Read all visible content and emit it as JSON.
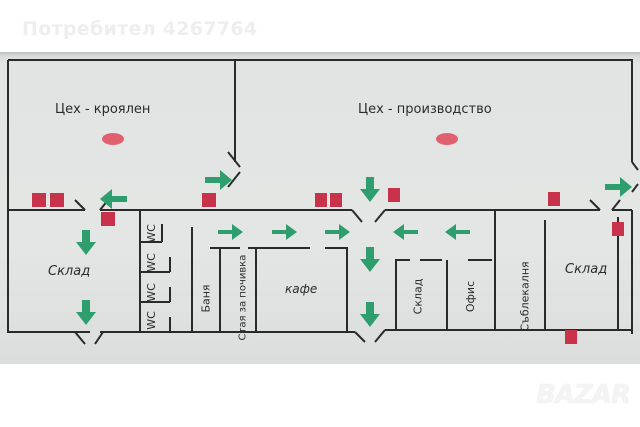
{
  "watermark": {
    "user": "Потребител 4267764",
    "brand": "BAZAR"
  },
  "floor_plan": {
    "rooms": [
      {
        "id": "workshop-cutting",
        "label": "Цех - кроялен"
      },
      {
        "id": "workshop-production",
        "label": "Цех - производство"
      },
      {
        "id": "storage-left",
        "label": "Склад"
      },
      {
        "id": "wc-1",
        "label": "WC"
      },
      {
        "id": "wc-2",
        "label": "WC"
      },
      {
        "id": "wc-3",
        "label": "WC"
      },
      {
        "id": "wc-4",
        "label": "WC"
      },
      {
        "id": "bathroom",
        "label": "Баня"
      },
      {
        "id": "rest-room",
        "label": "Стая за почивка"
      },
      {
        "id": "cafe",
        "label": "кафе"
      },
      {
        "id": "storage-middle",
        "label": "Склад"
      },
      {
        "id": "office",
        "label": "Офис"
      },
      {
        "id": "locker-room",
        "label": "Съблекалня"
      },
      {
        "id": "storage-right",
        "label": "Склад"
      }
    ],
    "colors": {
      "wall": "#2a2a2a",
      "arrow": "#2e9e6e",
      "fire_equipment": "#c8324a",
      "alarm": "#e06070",
      "paper": "#e4e6e5"
    }
  }
}
